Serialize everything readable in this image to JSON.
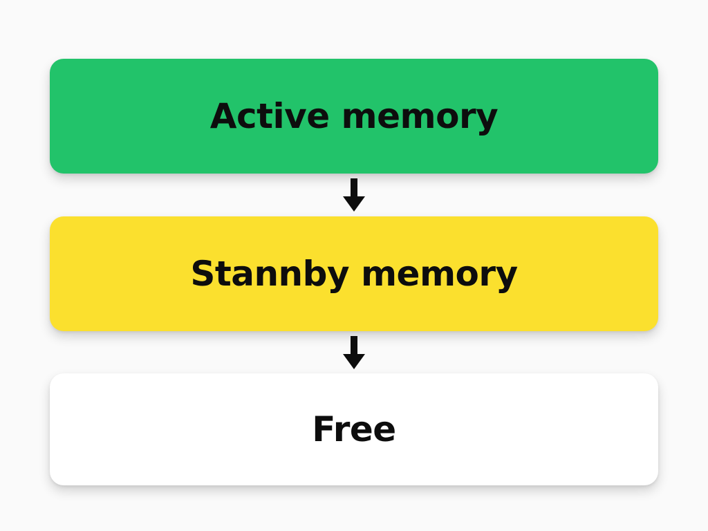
{
  "stages": [
    {
      "label": "Active memory",
      "color": "#22c36a"
    },
    {
      "label": "Stannby memory",
      "color": "#fbe02e"
    },
    {
      "label": "Free",
      "color": "#ffffff"
    }
  ],
  "connectors": [
    {
      "from": "Active memory",
      "to": "Stannby memory",
      "icon": "down-arrow-icon"
    },
    {
      "from": "Stannby memory",
      "to": "Free",
      "icon": "down-arrow-icon"
    }
  ],
  "arrow_color": "#0d0d0d"
}
